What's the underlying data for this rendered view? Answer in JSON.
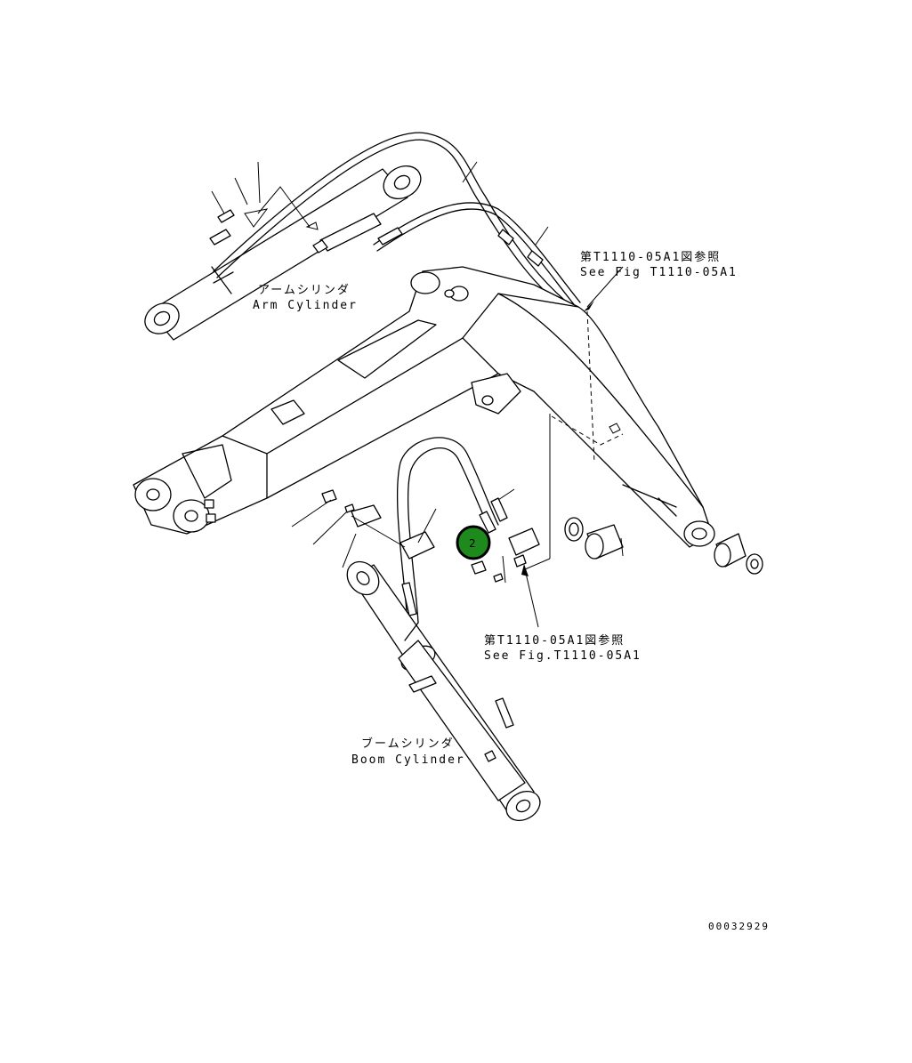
{
  "labels": {
    "arm_cylinder_jp": "アームシリンダ",
    "arm_cylinder_en": "Arm Cylinder",
    "boom_cylinder_jp": "ブームシリンダ",
    "boom_cylinder_en": "Boom Cylinder",
    "ref_top_jp": "第T1110-05A1図参照",
    "ref_top_en": "See Fig T1110-05A1",
    "ref_mid_jp": "第T1110-05A1図参照",
    "ref_mid_en": "See Fig.T1110-05A1",
    "drawing_number": "00032929"
  },
  "callout": {
    "number": "2",
    "color": "#1e8a1e"
  }
}
